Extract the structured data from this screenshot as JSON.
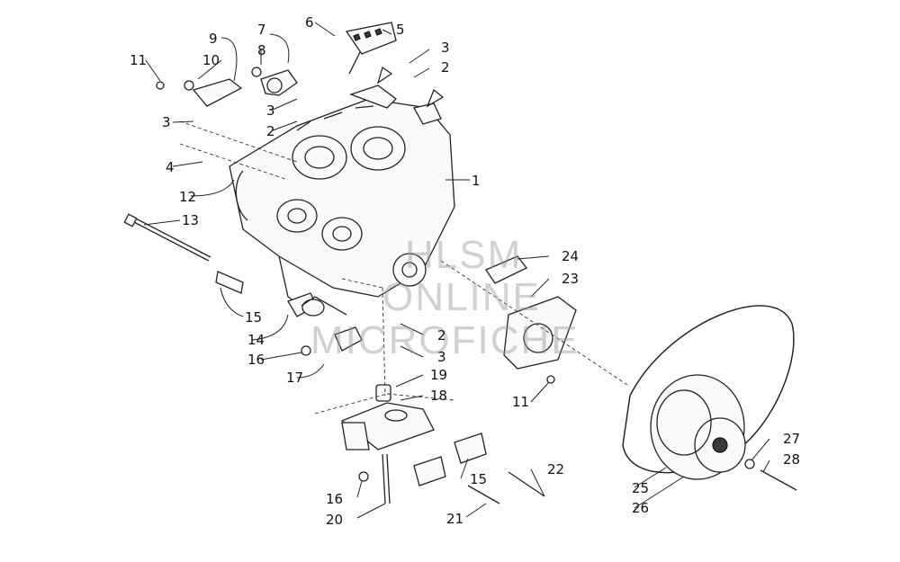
{
  "watermark": {
    "line1": "HLSM",
    "line2": "ONLINE",
    "line3": "MICROFICHE"
  },
  "callouts": [
    "1",
    "2",
    "3",
    "4",
    "5",
    "6",
    "7",
    "8",
    "9",
    "10",
    "11",
    "12",
    "13",
    "14",
    "15",
    "16",
    "17",
    "18",
    "19",
    "20",
    "21",
    "22",
    "23",
    "24",
    "25",
    "26",
    "27",
    "28"
  ]
}
